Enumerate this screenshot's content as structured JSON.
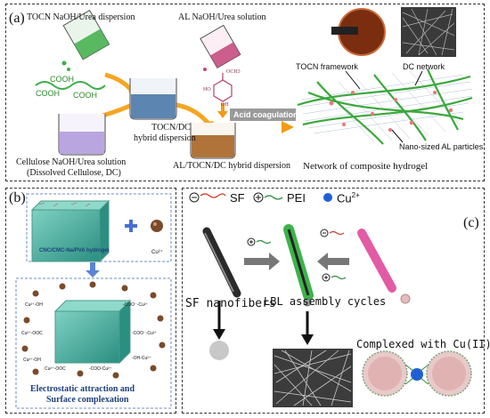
{
  "panel_a": {
    "label": "(a)",
    "tocn_dispersion": "TOCN NaOH/Urea dispersion",
    "al_solution": "AL NaOH/Urea solution",
    "cellulose_solution_line1": "Cellulose NaOH/Urea solution",
    "cellulose_solution_line2": "(Dissolved Cellulose, DC)",
    "hybrid_line1": "TOCN/DC",
    "hybrid_line2": "hybrid dispersion",
    "al_hybrid": "AL/TOCN/DC hybrid dispersion",
    "acid_coagulation": "Acid coagulation",
    "tocn_framework": "TOCN framework",
    "dc_network": "DC network",
    "nano_al": "Nano-sized AL particles",
    "network_title": "Network of composite hydrogel",
    "cooh_labels": [
      "COOH",
      "COOH",
      "COOH"
    ],
    "chem_labels": [
      "HO",
      "OCH3",
      "OH"
    ]
  },
  "panel_b": {
    "label": "(b)",
    "hydrogel": "CNC/CMC-Na/PVA hydrogel",
    "cu_ion": "Cu²⁺",
    "caption_line1": "Electrostatic attraction and",
    "caption_line2": "Surface complexation",
    "surface_labels": [
      "Cu²⁺-OH",
      "-COO⁻-Cu²⁺",
      "Cu²⁺-OOC",
      "-COO⁻-Cu²⁺",
      "Cu²⁺-OH",
      "-OH-Cu²⁺",
      "Cu²⁺-OOC",
      "-COO-Cu²⁺"
    ]
  },
  "panel_c": {
    "label": "(c)",
    "sf": "SF",
    "pei": "PEI",
    "cu": "Cu",
    "cu_sup": "2+",
    "sf_nanofibers": "SF nanofibers",
    "lbl": "LBL assembly cycles",
    "complexed": "Complexed with Cu(II)"
  },
  "colors": {
    "beaker_green": "#3fae49",
    "beaker_pink": "#c2447a",
    "beaker_blue": "#4d79a8",
    "beaker_brown": "#b0733a",
    "beaker_purple": "#b9a6e0",
    "arrow_orange": "#f5a623",
    "network_green": "#3aa83a",
    "hydrogel_teal": "#2e9e8e",
    "cu_blue": "#1f5fd6",
    "rod_green": "#3db34a",
    "rod_pink": "#e25ba4"
  }
}
